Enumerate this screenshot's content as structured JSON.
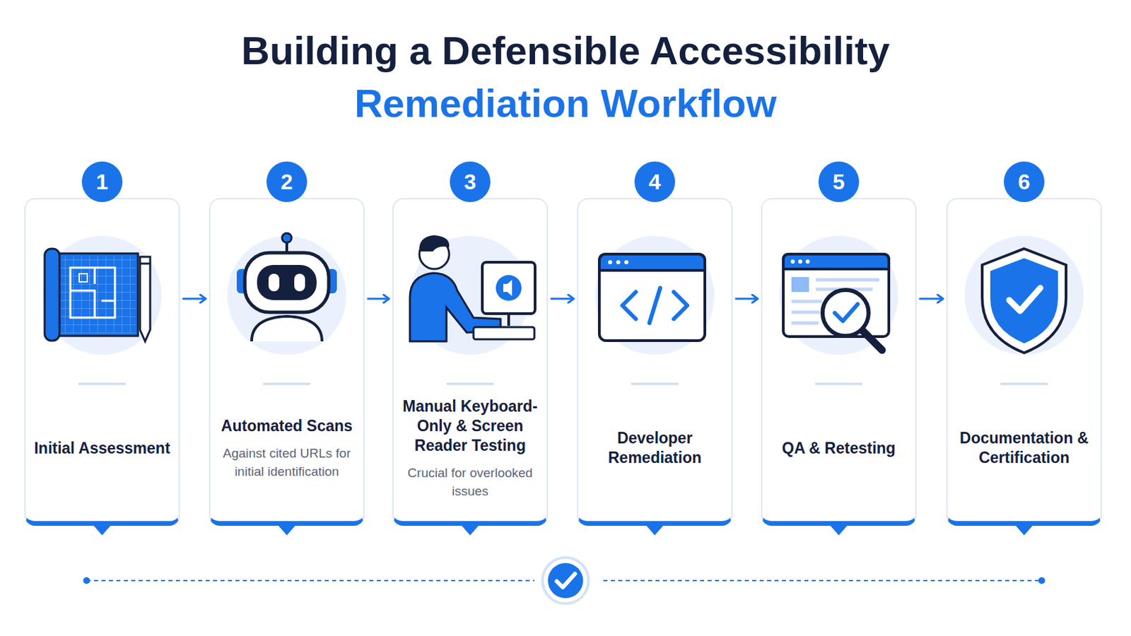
{
  "diagram": {
    "title": "Building a Defensible Accessibility Remediation Workflow",
    "nodes": [
      {
        "text": [
          "1",
          "Initial Assessment"
        ]
      },
      {
        "text": [
          "2",
          "Automated Scans",
          "Against cited URLs for initial identification"
        ]
      },
      {
        "text": [
          "3",
          "Manual Keyboard-Only & Screen Reader Testing",
          "Crucial for overlooked issues"
        ]
      },
      {
        "text": [
          "4",
          "Developer Remediation"
        ]
      },
      {
        "text": [
          "5",
          "QA & Retesting"
        ]
      },
      {
        "text": [
          "6",
          "Documentation & Certification"
        ]
      }
    ],
    "edges": [
      {
        "from": 0,
        "to": 1,
        "arrow": "to"
      },
      {
        "from": 1,
        "to": 2,
        "arrow": "to"
      },
      {
        "from": 2,
        "to": 3,
        "arrow": "to"
      },
      {
        "from": 3,
        "to": 4,
        "arrow": "to"
      },
      {
        "from": 4,
        "to": 5,
        "arrow": "to"
      }
    ]
  }
}
